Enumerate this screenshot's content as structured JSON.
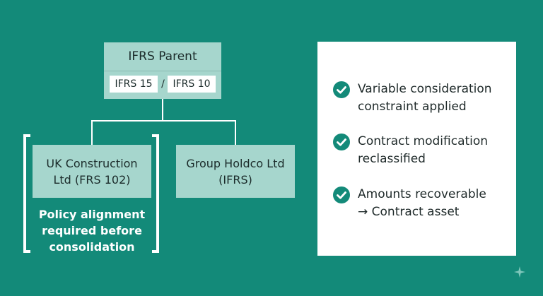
{
  "diagram": {
    "parent": {
      "title": "IFRS Parent",
      "standards": [
        "IFRS 15",
        "IFRS 10"
      ],
      "separator": "/"
    },
    "children": [
      {
        "line1": "UK Construction",
        "line2": "Ltd (FRS 102)"
      },
      {
        "line1": "Group Holdco Ltd",
        "line2": "(IFRS)"
      }
    ],
    "note": {
      "line1": "Policy alignment",
      "line2": "required before",
      "line3": "consolidation"
    }
  },
  "checklist": [
    {
      "line1": "Variable consideration",
      "line2": "constraint applied"
    },
    {
      "line1": "Contract modification",
      "line2": "reclassified"
    },
    {
      "line1": "Amounts recoverable",
      "line2": "→ Contract asset"
    }
  ],
  "colors": {
    "background": "#138a79",
    "box": "#a6d6cd",
    "panel": "#ffffff",
    "check": "#138a79"
  },
  "icons": [
    "check-circle-icon",
    "sparkle-icon"
  ]
}
